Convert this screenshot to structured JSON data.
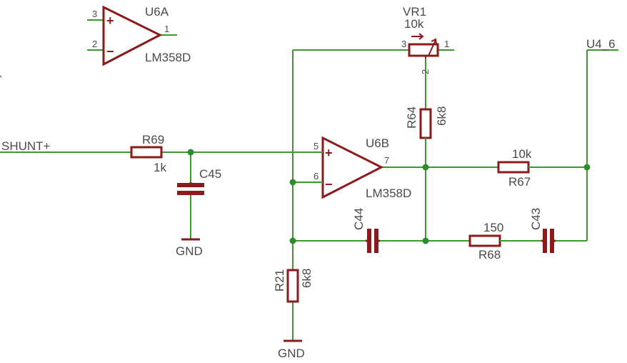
{
  "components": {
    "u6a": {
      "ref": "U6A",
      "value": "LM358D",
      "pin_in_plus": "3",
      "pin_in_minus": "2",
      "pin_out": "1"
    },
    "u6b": {
      "ref": "U6B",
      "value": "LM358D",
      "pin_in_plus": "5",
      "pin_in_minus": "6",
      "pin_out": "7"
    },
    "vr1": {
      "ref": "VR1",
      "value": "10k",
      "pin_a": "3",
      "pin_b": "1",
      "pin_wiper": "2"
    },
    "r69": {
      "ref": "R69",
      "value": "1k"
    },
    "r64": {
      "ref": "R64",
      "value": "6k8"
    },
    "r67": {
      "ref": "R67",
      "value": "10k"
    },
    "r68": {
      "ref": "R68",
      "value": "150"
    },
    "r21": {
      "ref": "R21",
      "value": "6k8"
    },
    "c45": {
      "ref": "C45"
    },
    "c44": {
      "ref": "C44"
    },
    "c43": {
      "ref": "C43"
    }
  },
  "nets": {
    "shunt": "SHUNT+",
    "out": "U4_6",
    "gnd1": "GND",
    "gnd2": "GND"
  },
  "opamp_signs": {
    "plus": "+",
    "minus": "−"
  },
  "colors": {
    "wire": "#3a9a2c",
    "part": "#8b1a1a",
    "text": "#4a4a4a",
    "junction": "#2e8b2e"
  }
}
